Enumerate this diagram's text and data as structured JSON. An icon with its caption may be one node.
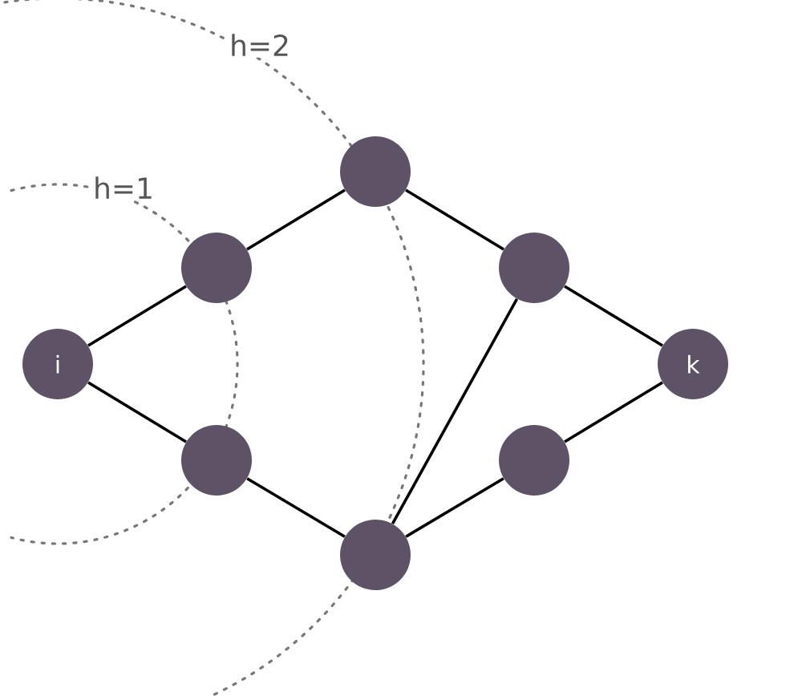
{
  "diagram": {
    "nodes": [
      {
        "text": [
          "i"
        ]
      },
      {
        "text": [],
        "shape": "circle"
      },
      {
        "text": [],
        "shape": "circle"
      },
      {
        "text": [],
        "shape": "circle"
      },
      {
        "text": [],
        "shape": "circle"
      },
      {
        "text": [],
        "shape": "circle"
      },
      {
        "text": [],
        "shape": "circle"
      },
      {
        "text": [
          "k"
        ]
      }
    ],
    "edges": [
      {
        "from": 0,
        "to": 1,
        "arrow": "none"
      },
      {
        "from": 0,
        "to": 2,
        "arrow": "none"
      },
      {
        "from": 1,
        "to": 3,
        "arrow": "none"
      },
      {
        "from": 2,
        "to": 4,
        "arrow": "none"
      },
      {
        "from": 3,
        "to": 5,
        "arrow": "none"
      },
      {
        "from": 4,
        "to": 5,
        "arrow": "none"
      },
      {
        "from": 4,
        "to": 6,
        "arrow": "none"
      },
      {
        "from": 5,
        "to": 7,
        "arrow": "none"
      },
      {
        "from": 6,
        "to": 7,
        "arrow": "none"
      }
    ],
    "labels": [
      "h=2",
      "h=1"
    ]
  }
}
